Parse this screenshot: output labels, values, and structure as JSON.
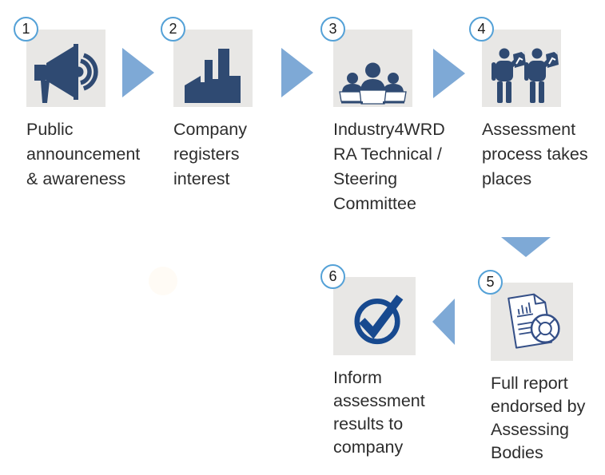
{
  "diagram": {
    "steps": [
      {
        "number": "1",
        "icon": "megaphone-icon",
        "label": [
          "Public",
          "announcement",
          "& awareness"
        ]
      },
      {
        "number": "2",
        "icon": "factory-icon",
        "label": [
          "Company",
          "registers",
          "interest"
        ]
      },
      {
        "number": "3",
        "icon": "committee-icon",
        "label": [
          "Industry4WRD",
          "RA Technical /",
          "Steering",
          "Committee"
        ]
      },
      {
        "number": "4",
        "icon": "assessment-people-icon",
        "label": [
          "Assessment",
          "process takes",
          "places"
        ]
      },
      {
        "number": "5",
        "icon": "report-icon",
        "label": [
          "Full report",
          "endorsed by",
          "Assessing",
          "Bodies"
        ]
      },
      {
        "number": "6",
        "icon": "check-circle-icon",
        "label": [
          "Inform",
          "assessment",
          "results to",
          "company"
        ]
      }
    ],
    "arrows": [
      {
        "name": "arrow-1-2",
        "direction": "right"
      },
      {
        "name": "arrow-2-3",
        "direction": "right"
      },
      {
        "name": "arrow-3-4",
        "direction": "right"
      },
      {
        "name": "arrow-4-5",
        "direction": "down"
      },
      {
        "name": "arrow-5-6",
        "direction": "left"
      }
    ],
    "colors": {
      "icon_navy": "#2f4a72",
      "arrow_blue": "#7ea9d6",
      "number_ring_blue": "#54a1d7",
      "box_gray": "#e8e7e5",
      "check_blue": "#17498f",
      "report_outline": "#344f87",
      "text": "#2d2d2d"
    }
  }
}
